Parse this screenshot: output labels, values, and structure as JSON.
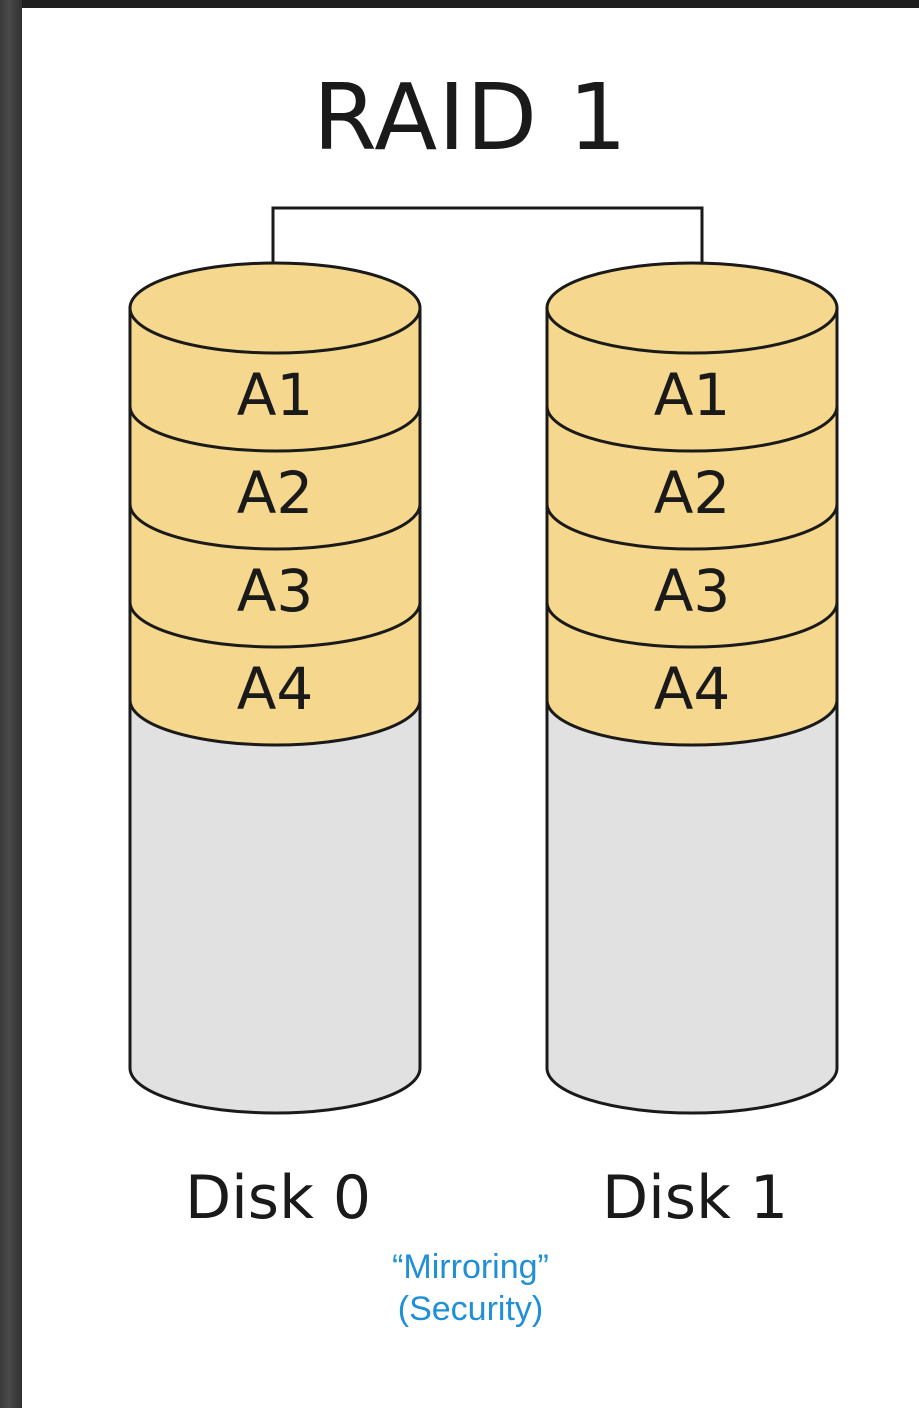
{
  "title": "RAID 1",
  "disks": [
    {
      "label": "Disk 0",
      "blocks": [
        "A1",
        "A2",
        "A3",
        "A4"
      ]
    },
    {
      "label": "Disk 1",
      "blocks": [
        "A1",
        "A2",
        "A3",
        "A4"
      ]
    }
  ],
  "caption": {
    "line1": "“Mirroring”",
    "line2": "(Security)"
  },
  "colors": {
    "block_fill": "#f5d88e",
    "empty_fill": "#e1e1e1",
    "outline": "#1a1a1a",
    "caption": "#1f8fd6"
  }
}
